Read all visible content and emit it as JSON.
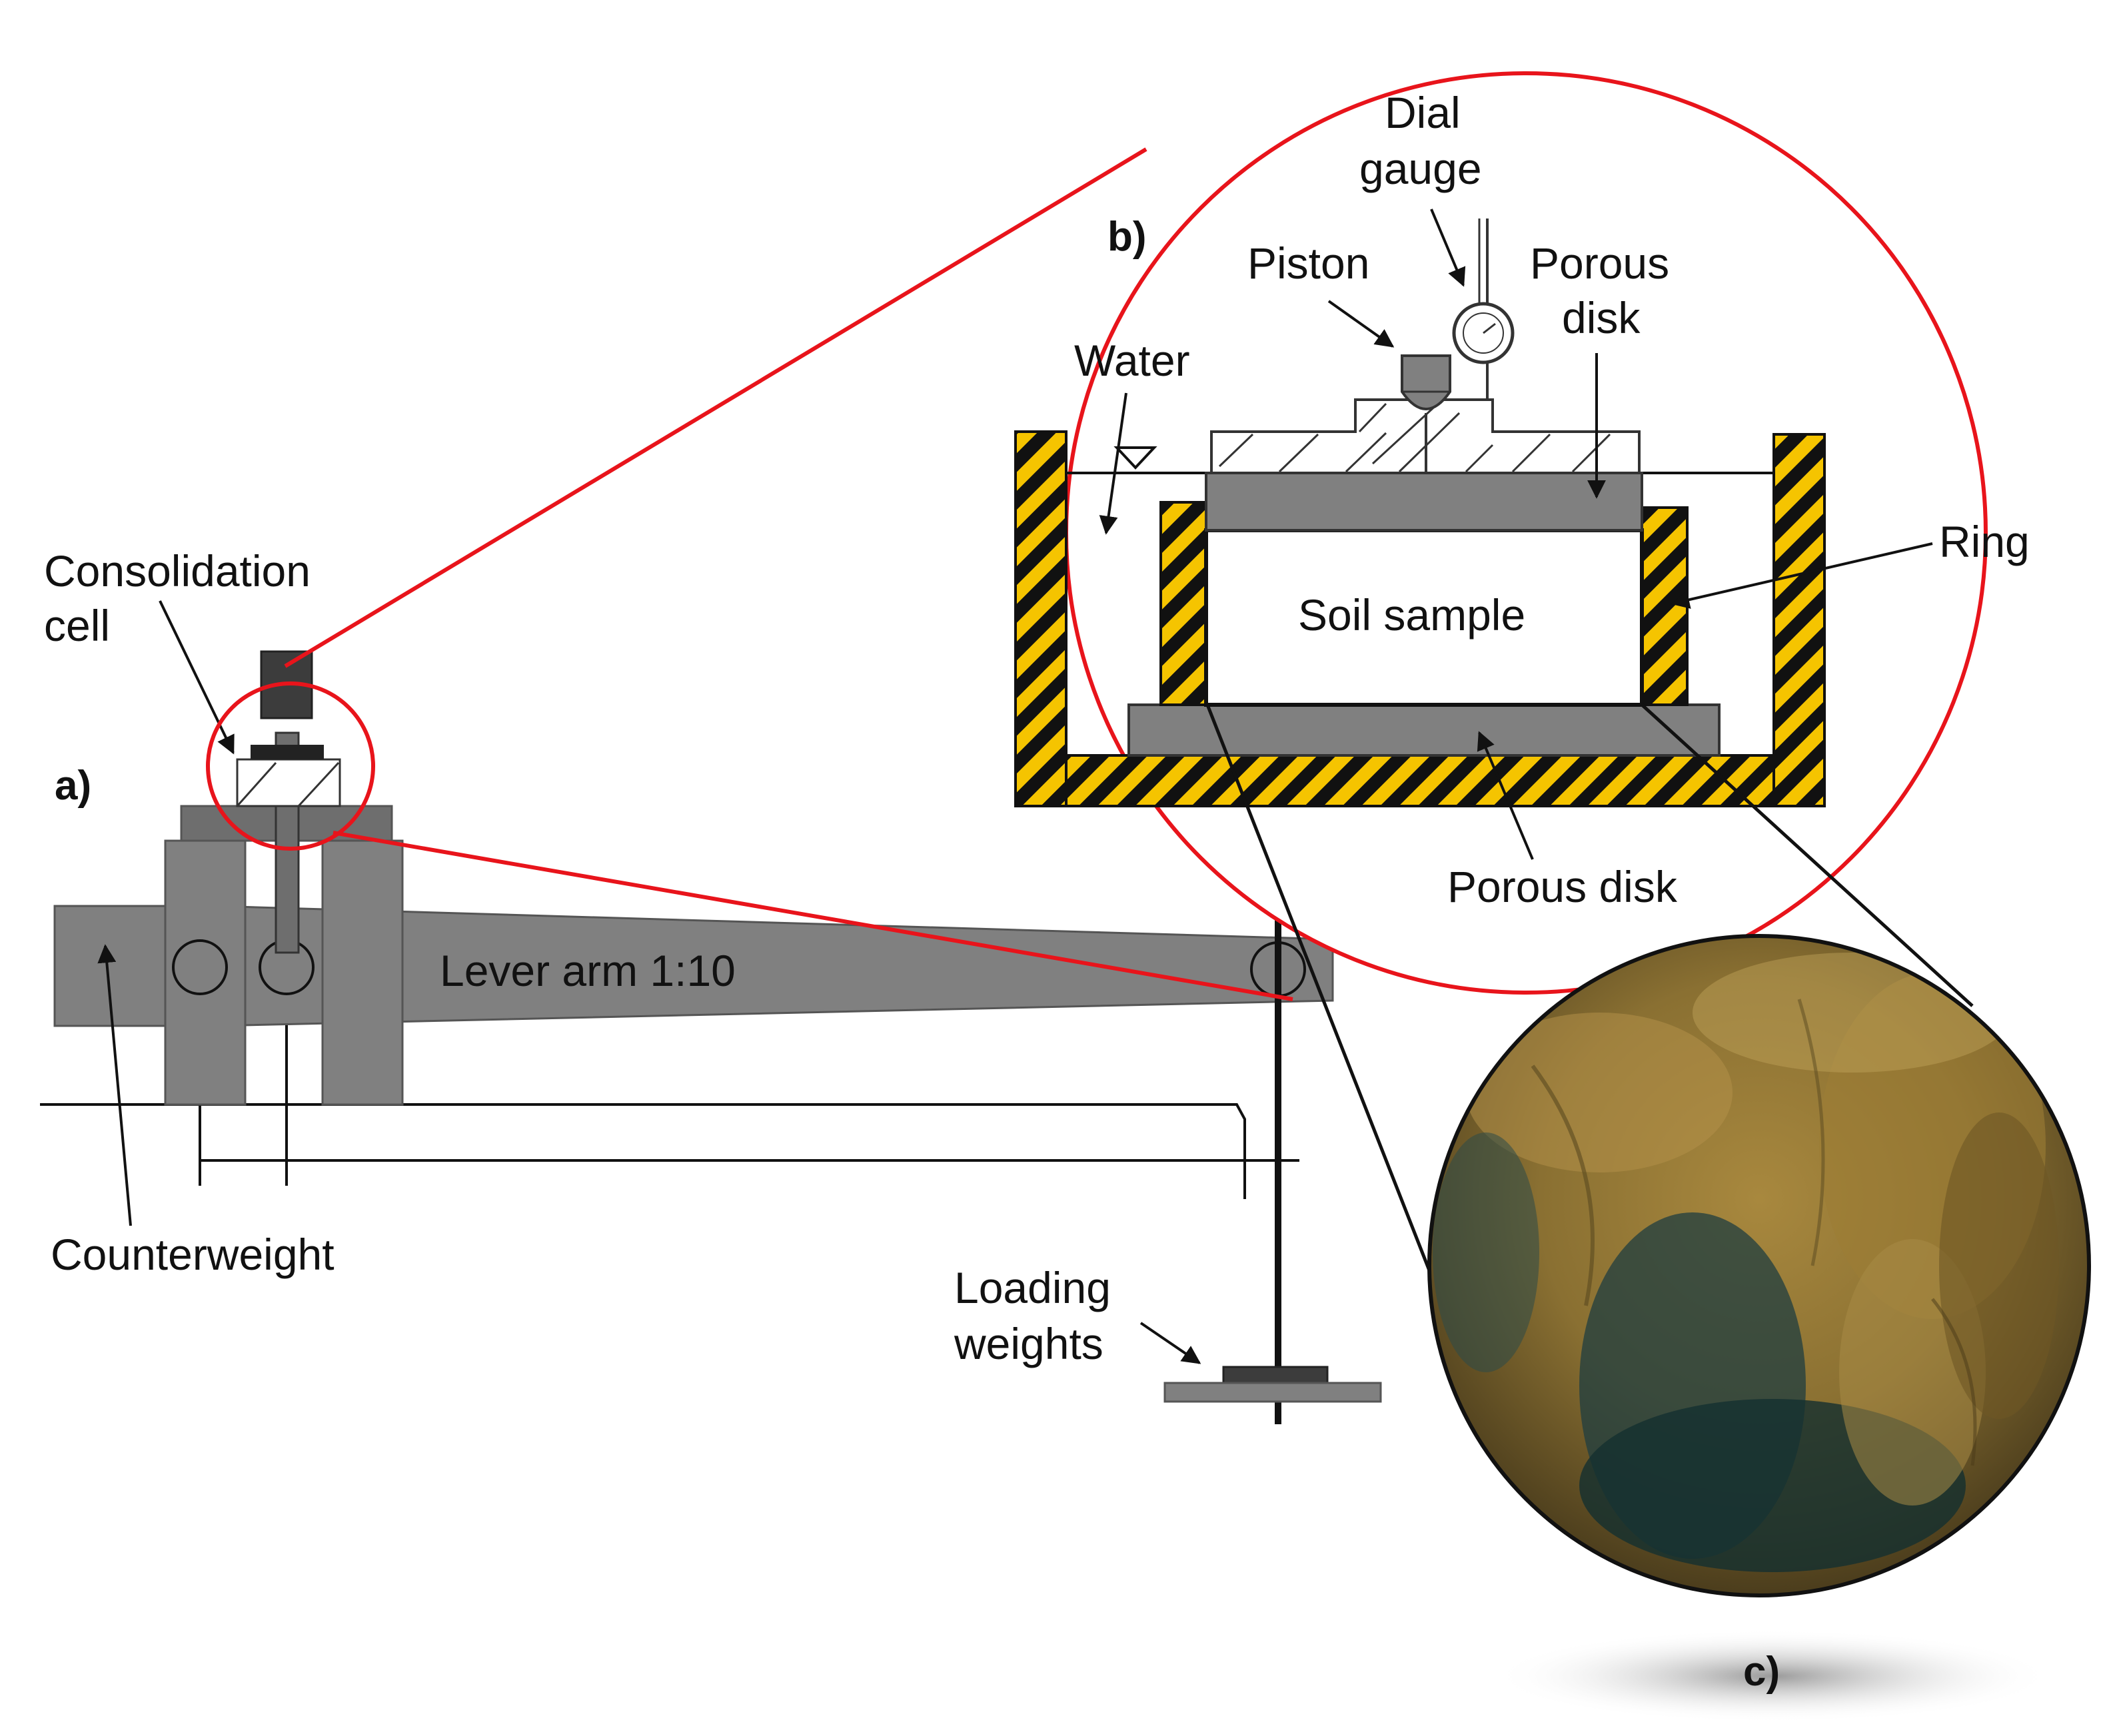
{
  "panels": {
    "a": "a)",
    "b": "b)",
    "c": "c)"
  },
  "labels": {
    "consolidation_cell_line1": "Consolidation",
    "consolidation_cell_line2": "cell",
    "lever_arm": "Lever arm 1:10",
    "counterweight": "Counterweight",
    "loading_weights_line1": "Loading",
    "loading_weights_line2": "weights",
    "dial_gauge_line1": "Dial",
    "dial_gauge_line2": "gauge",
    "piston": "Piston",
    "porous_disk_top_line1": "Porous",
    "porous_disk_top_line2": "disk",
    "water": "Water",
    "ring": "Ring",
    "soil_sample": "Soil sample",
    "porous_disk_bottom": "Porous disk"
  },
  "colors": {
    "zoom_outline": "#e8141b",
    "machine_gray": "#808080",
    "dark_gray": "#3c3c3c",
    "hazard_yellow": "#f5c400",
    "hazard_black": "#111111",
    "soil_photo": "#7a6428"
  }
}
